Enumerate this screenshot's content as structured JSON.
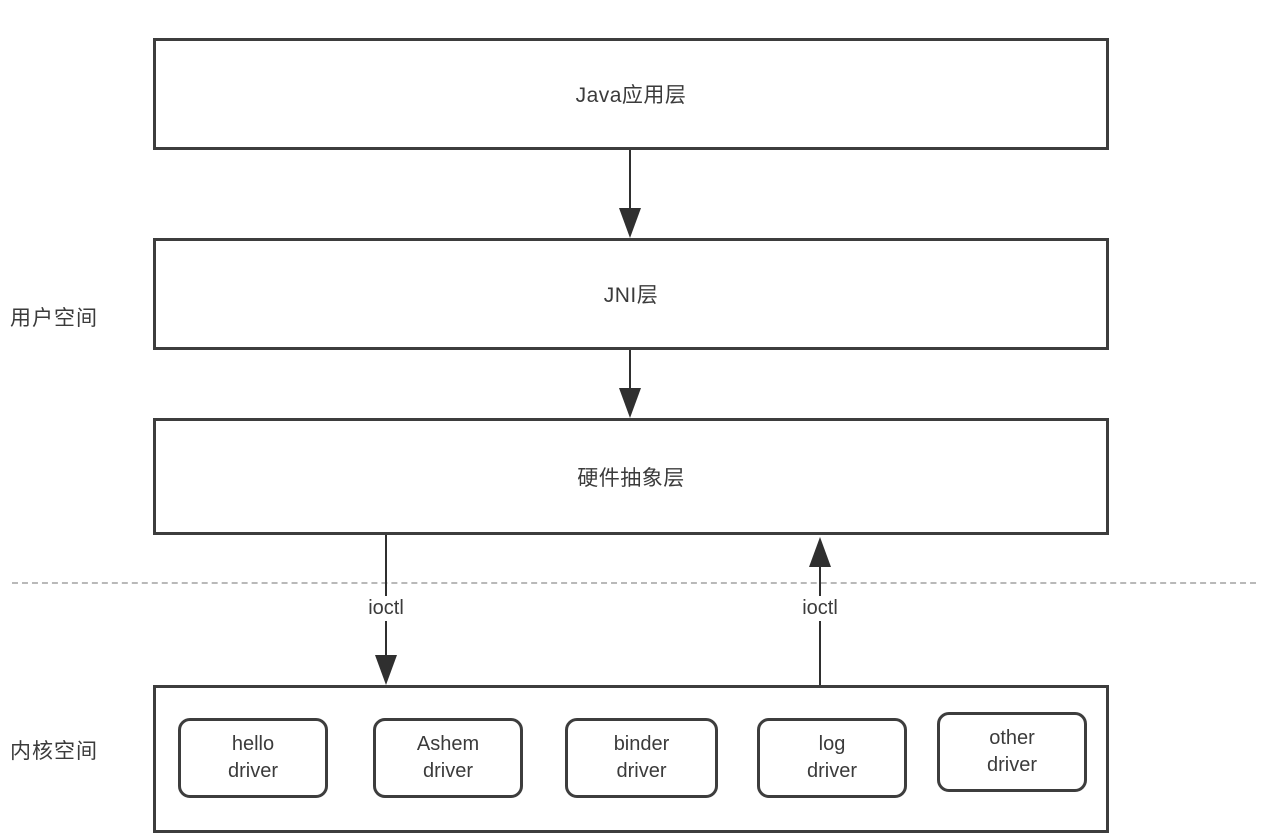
{
  "colors": {
    "bg": "#ffffff",
    "border": "#3d3d3d",
    "text": "#3b3b3b",
    "dash": "#b9b9b9",
    "arrow": "#2f2f2f"
  },
  "layers": [
    {
      "label": "Java应用层"
    },
    {
      "label": "JNI层"
    },
    {
      "label": "硬件抽象层"
    }
  ],
  "side_labels": {
    "user_space": "用户空间",
    "kernel_space": "内核空间"
  },
  "syscall_labels": {
    "left": "ioctl",
    "right": "ioctl"
  },
  "kernel": {
    "drivers": [
      {
        "line1": "hello",
        "line2": "driver"
      },
      {
        "line1": "Ashem",
        "line2": "driver"
      },
      {
        "line1": "binder",
        "line2": "driver"
      },
      {
        "line1": "log",
        "line2": "driver"
      },
      {
        "line1": "other",
        "line2": "driver"
      }
    ]
  }
}
